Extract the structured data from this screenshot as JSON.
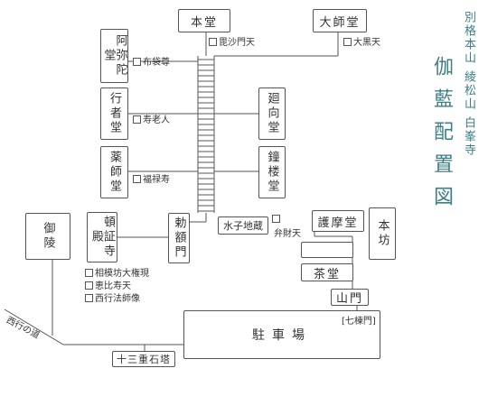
{
  "title": {
    "subtitle": "別格本山 綾松山 白峯寺",
    "main": "伽藍配置図",
    "color": "#3d7f86"
  },
  "buildings": {
    "hondo": "本堂",
    "daishido": "大師堂",
    "amidado": "阿弥陀堂",
    "gyojado": "行者堂",
    "yakushido": "薬師堂",
    "kojido": "廻向堂",
    "shoro": "鐘楼堂",
    "goryo": "御陵",
    "tonshoji": "頓証寺殿",
    "chokugakumon": "勅額門",
    "mizuko_jizo": "水子地蔵",
    "gomado": "護摩堂",
    "honbo": "本坊",
    "blank_building": "",
    "chado": "茶堂",
    "sanmon": "山門",
    "parking": "駐車場",
    "shichimunemon": "[七棟門]",
    "jusanju": "十三重石塔"
  },
  "notes": {
    "bishamonten": "毘沙門天",
    "daikokuten": "大黒天",
    "hoteison": "布袋尊",
    "jurojin": "寿老人",
    "fukurokuju": "福禄寿",
    "benzaiten": "弁財天",
    "sagamibo": "相模坊大権現",
    "ebisuten": "恵比寿天",
    "saigyo_zo": "西行法師像"
  },
  "road_label": "西行の道"
}
